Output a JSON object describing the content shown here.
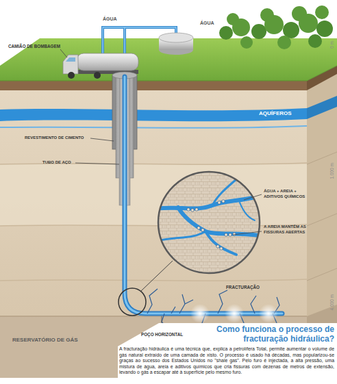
{
  "diagram": {
    "title": "Como funciona o processo de fracturação hidráulica?",
    "caption": "A fracturação hidráulica é uma técnica que, explica a petrolífera Total, permite aumentar o volume de gás natural extraído de uma camada de xisto. O processo é usado há décadas, mas popularizou-se graças ao sucesso dos Estados Unidos no \"shale gas\". Pelo furo é injectada, a alta pressão, uma mistura de água, areia e aditivos químicos que cria fissuras com dezenas de metros de extensão, levando o gás a escapar até à superfície pelo mesmo furo.",
    "labels": [
      "ÁGUA",
      "ÁGUA",
      "CAMIÃO DE BOMBAGEM",
      "0 m",
      "AQUÍFEROS",
      "1.000 m",
      "REVESTIMENTO DE CIMENTO",
      "TUBO DE AÇO",
      "ÁGUA + AREIA + ADITIVOS QUÍMICOS",
      "A AREIA MANTÉM AS FISSURAS ABERTAS",
      "FRACTURAÇÃO",
      "4.000 m",
      "POÇO HORIZONTAL",
      "RESERVATÓRIO DE GÁS"
    ]
  }
}
